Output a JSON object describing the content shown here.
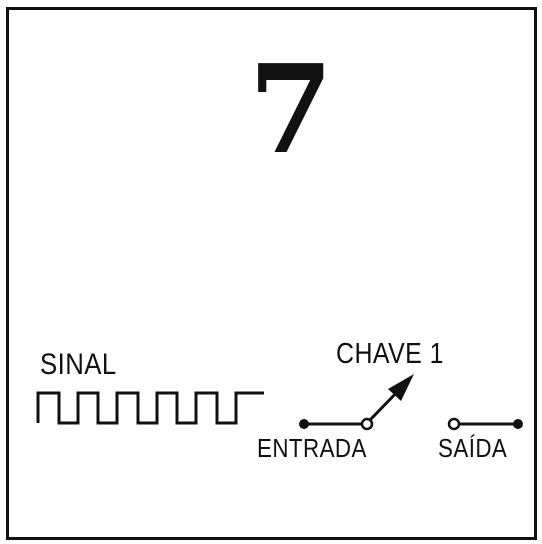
{
  "figure": {
    "number": "7",
    "signal_label": "SINAL",
    "switch_label": "CHAVE 1",
    "input_label": "ENTRADA",
    "output_label": "SAÍDA"
  }
}
